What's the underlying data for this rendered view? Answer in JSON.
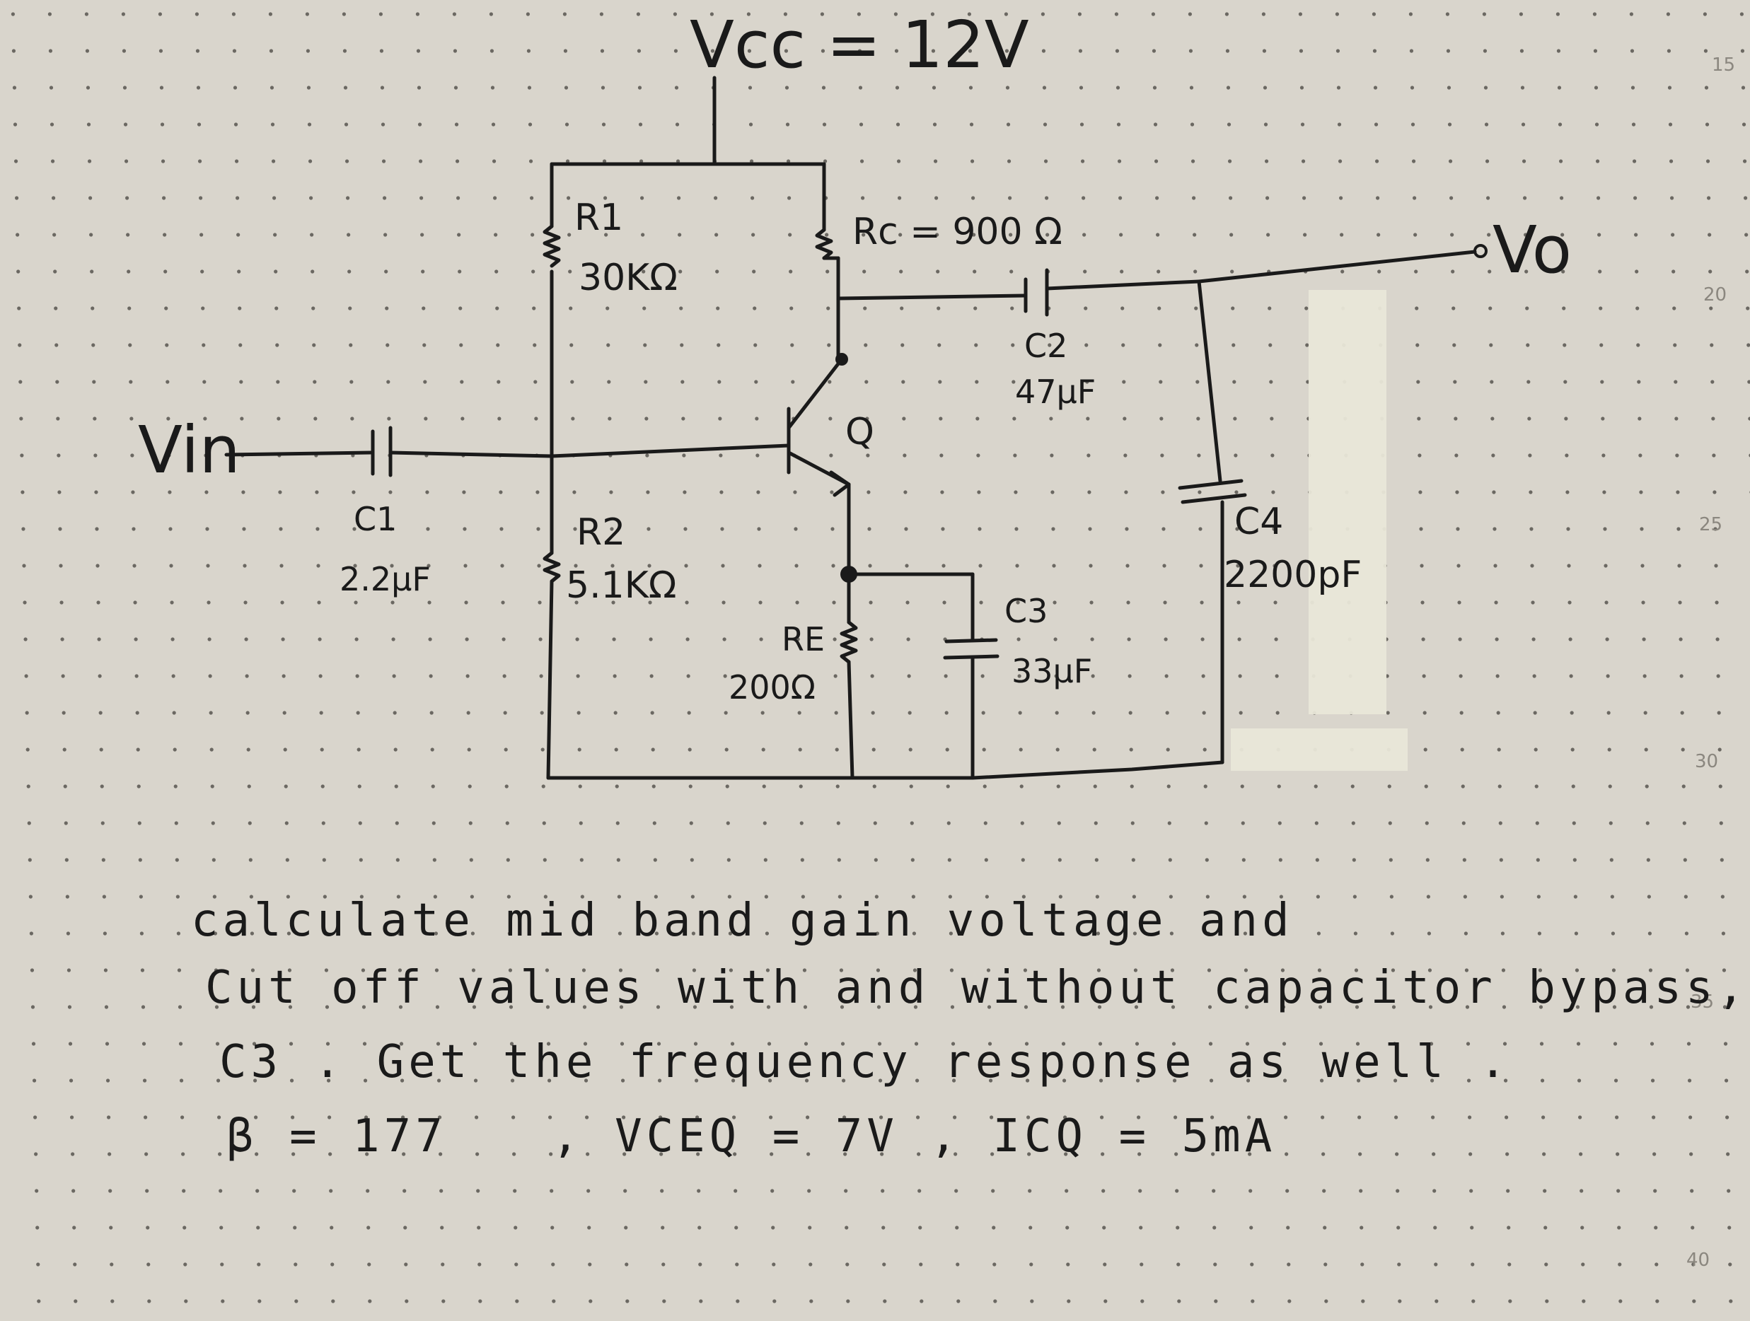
{
  "circuit": {
    "vcc_label": "Vcc = 12V",
    "r1_name": "R1",
    "r1_value": "30KΩ",
    "rc_label": "Rc = 900 Ω",
    "c2_name": "C2",
    "c2_value": "47μF",
    "vo_label": "Vo",
    "vin_label": "Vin",
    "c1_name": "C1",
    "c1_value": "2.2μF",
    "q_label": "Q",
    "r2_name": "R2",
    "r2_value": "5.1KΩ",
    "re_name": "RE",
    "re_value": "200Ω",
    "c3_name": "C3",
    "c3_value": "33μF",
    "c4_name": "C4",
    "c4_value": "2200pF"
  },
  "question": {
    "line1": "calculate mid band gain voltage and",
    "line2": "Cut off values with and without capacitor bypass,",
    "line3": "C3 . Get the frequency response as well .",
    "beta": "β = 177",
    "vceq": ", VCEQ = 7V , ICQ = 5mA"
  },
  "margin_numbers": [
    "15",
    "20",
    "25",
    "30",
    "35",
    "40"
  ]
}
